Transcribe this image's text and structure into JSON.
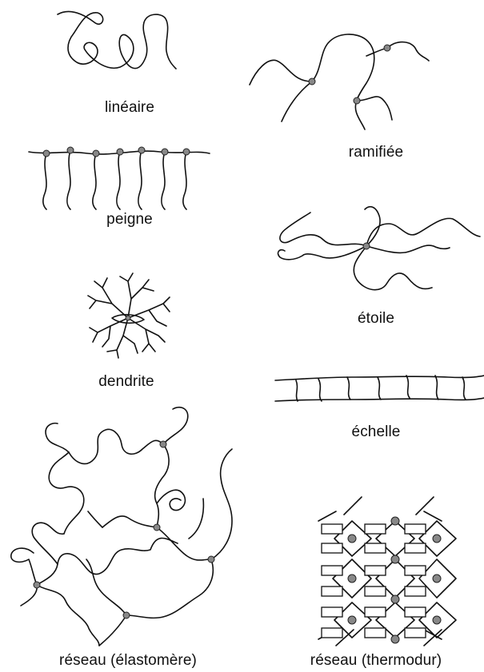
{
  "labels": {
    "lineaire": "linéaire",
    "ramifiee": "ramifiée",
    "peigne": "peigne",
    "etoile": "étoile",
    "dendrite": "dendrite",
    "echelle": "échelle",
    "reseau_elastomere": "réseau (élastomère)",
    "reseau_thermodur": "réseau (thermodur)"
  },
  "colors": {
    "line": "#111111",
    "node": "#888888"
  }
}
